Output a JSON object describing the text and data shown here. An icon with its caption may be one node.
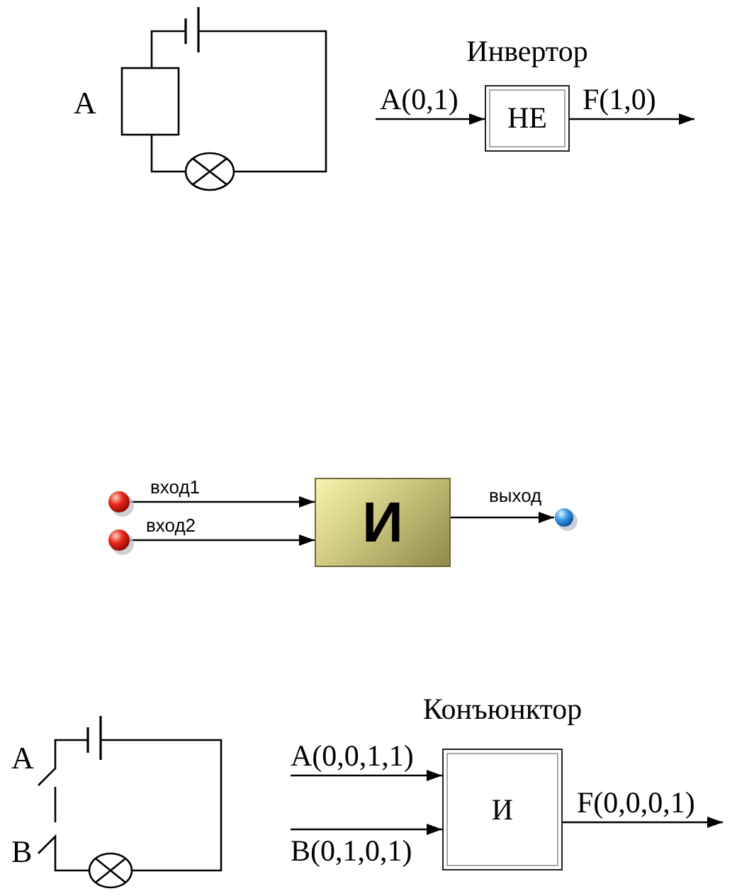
{
  "diagram": {
    "nodes": [
      {
        "text": [
          "Инвертор",
          "НЕ"
        ]
      },
      {
        "text": [],
        "shape": "circle"
      },
      {
        "text": [],
        "shape": "circle"
      },
      {
        "text": [
          "И"
        ]
      },
      {
        "text": [],
        "shape": "circle"
      },
      {
        "text": [
          "Конъюнктор",
          "И"
        ]
      }
    ],
    "edges": [
      {
        "from": null,
        "to": 0,
        "arrow": "to",
        "label": "A(0,1)"
      },
      {
        "from": 0,
        "to": null,
        "arrow": "to",
        "label": "F(1,0)"
      },
      {
        "from": 1,
        "to": 3,
        "arrow": "to",
        "label": "вход1"
      },
      {
        "from": 2,
        "to": 3,
        "arrow": "to",
        "label": "вход2"
      },
      {
        "from": 3,
        "to": 4,
        "arrow": "to",
        "label": "выход"
      },
      {
        "from": null,
        "to": 5,
        "arrow": "to",
        "label": "A(0,0,1,1)"
      },
      {
        "from": null,
        "to": 5,
        "arrow": "to",
        "label": "B(0,1,0,1)"
      },
      {
        "from": 5,
        "to": null,
        "arrow": "to",
        "label": "F(0,0,0,1)"
      }
    ],
    "labels": [
      "A",
      "A",
      "B"
    ]
  }
}
